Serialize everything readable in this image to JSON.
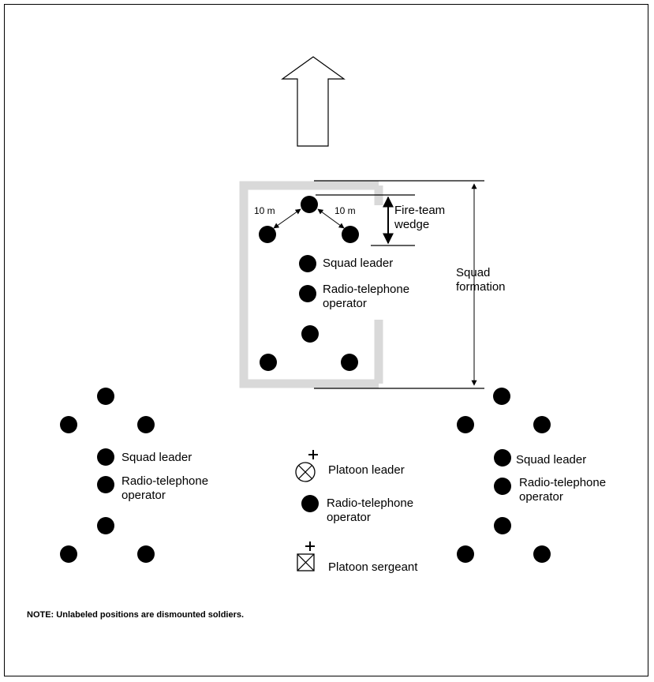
{
  "labels": {
    "dist_left": "10 m",
    "dist_right": "10 m",
    "fireteam": "Fire-team\nwedge",
    "squad_leader_top": "Squad leader",
    "rto_top": "Radio-telephone\noperator",
    "squad_formation": "Squad\nformation",
    "squad_leader_left": "Squad leader",
    "rto_left": "Radio-telephone\noperator",
    "platoon_leader": "Platoon leader",
    "rto_center": "Radio-telephone\noperator",
    "platoon_sergeant": "Platoon sergeant",
    "squad_leader_right": "Squad leader",
    "rto_right": "Radio-telephone\noperator"
  },
  "note": "NOTE:  Unlabeled positions are dismounted soldiers.",
  "colors": {
    "highlight_box": "#d9d9d9",
    "soldier": "#000000"
  }
}
